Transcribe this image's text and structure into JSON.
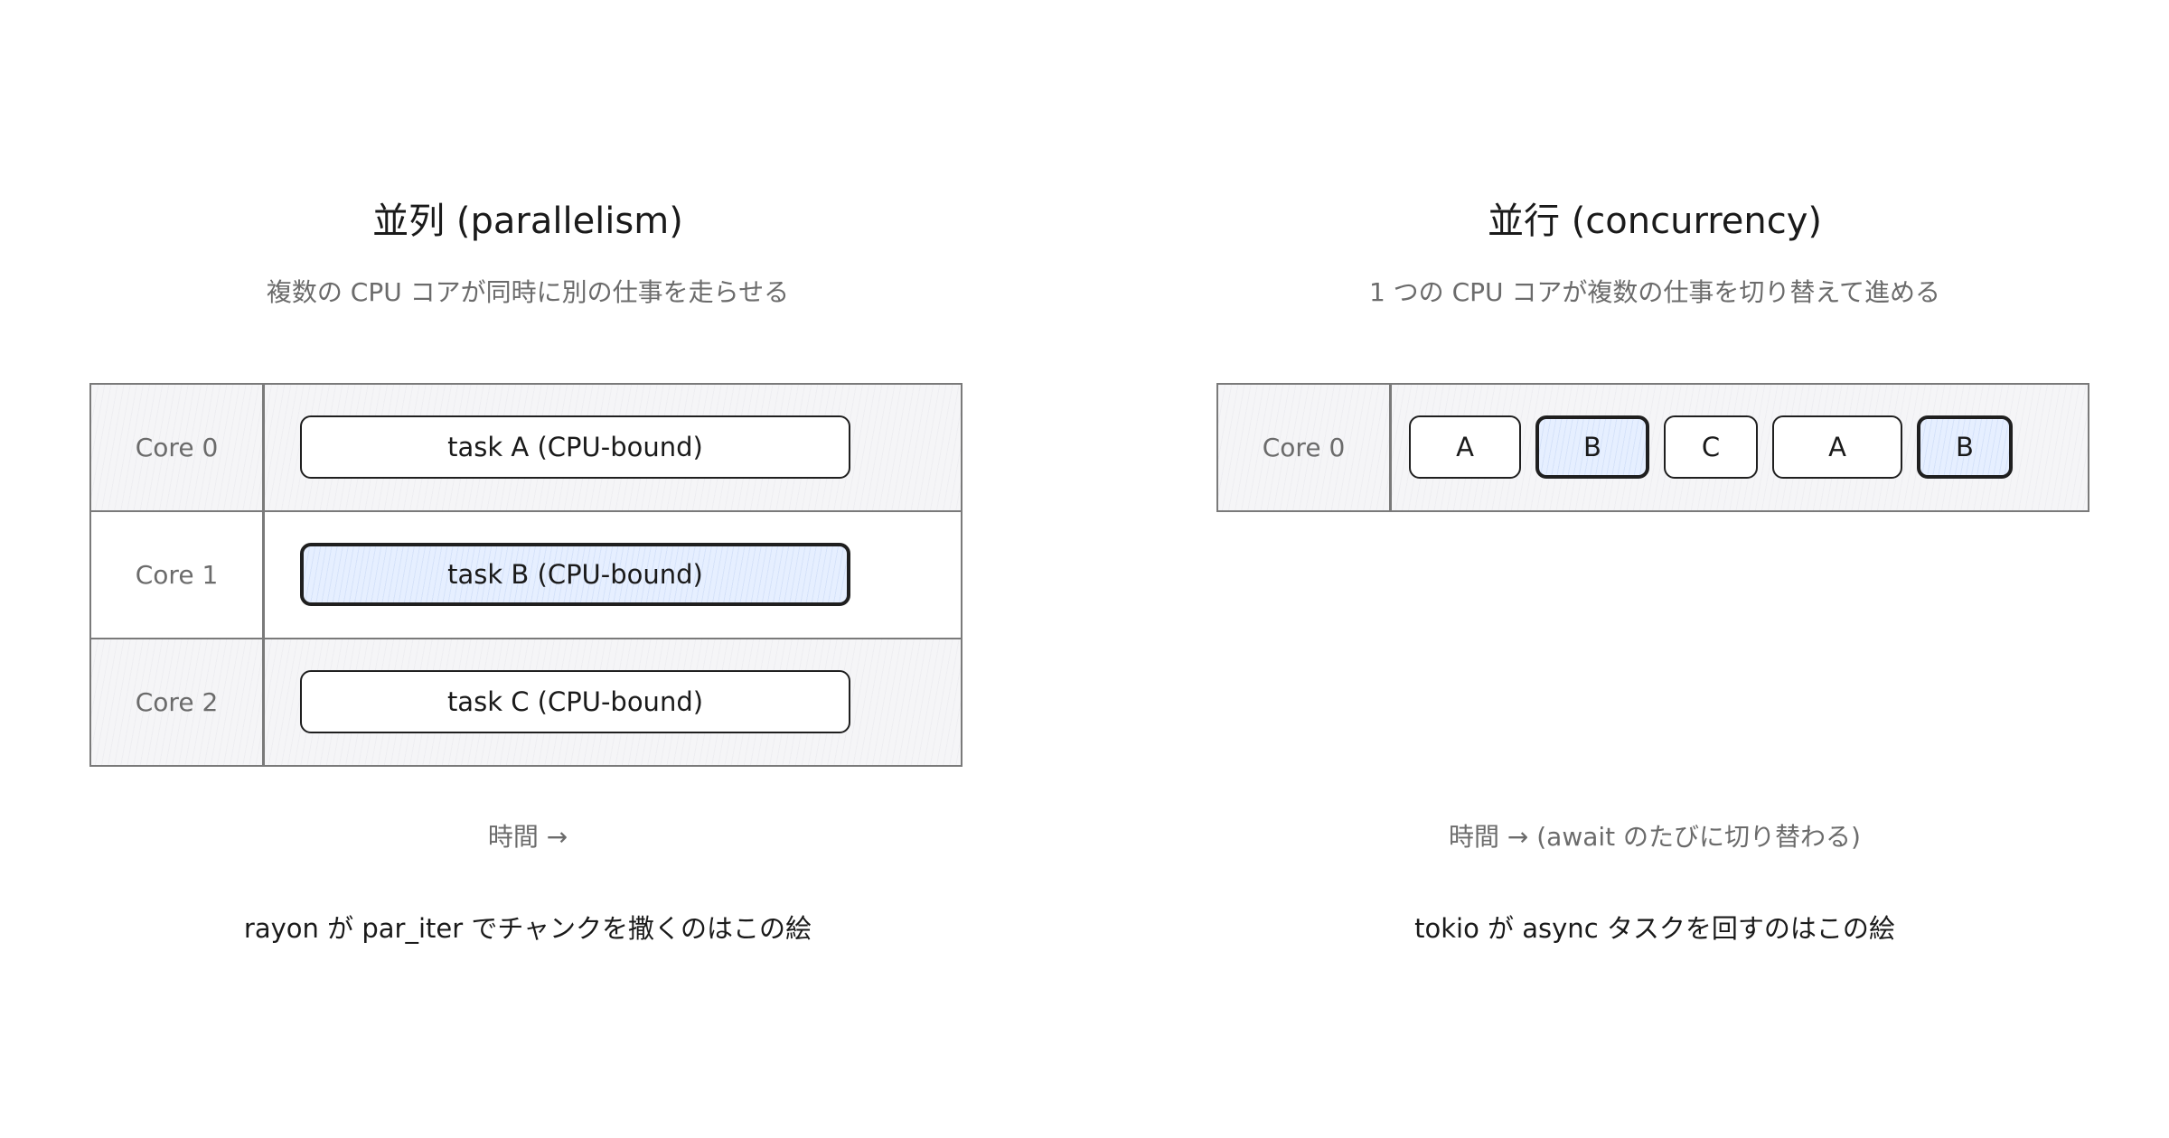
{
  "parallelism": {
    "title": "並列 (parallelism)",
    "subtitle": "複数の CPU コアが同時に別の仕事を走らせる",
    "rows": [
      {
        "core": "Core 0",
        "task": "task A (CPU-bound)"
      },
      {
        "core": "Core 1",
        "task": "task B (CPU-bound)"
      },
      {
        "core": "Core 2",
        "task": "task C (CPU-bound)"
      }
    ],
    "time_axis": "時間 →",
    "caption": "rayon が par_iter でチャンクを撒くのはこの絵"
  },
  "concurrency": {
    "title": "並行 (concurrency)",
    "subtitle": "1 つの CPU コアが複数の仕事を切り替えて進める",
    "core": "Core 0",
    "slices": [
      "A",
      "B",
      "C",
      "A",
      "B"
    ],
    "time_axis": "時間 → (await のたびに切り替わる)",
    "caption": "tokio が async タスクを回すのはこの絵"
  },
  "colors": {
    "highlight_fill": "#e6efff",
    "row_shade": "#f5f5f7",
    "border": "#7a7a7a",
    "muted_text": "#6b6b6b"
  }
}
